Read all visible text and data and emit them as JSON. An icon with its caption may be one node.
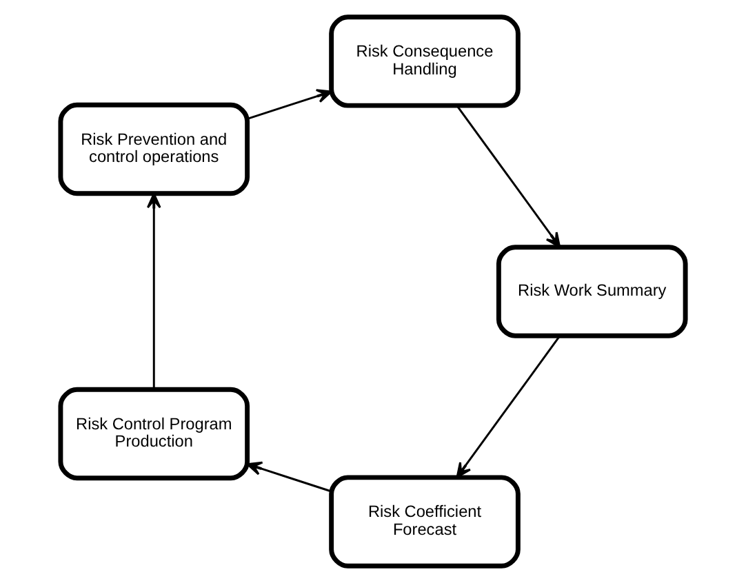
{
  "diagram": {
    "nodes": [
      {
        "text": [
          "Risk Coefficient Forecast"
        ]
      },
      {
        "text": [
          "Risk Control Program Production"
        ]
      },
      {
        "text": [
          "Risk Prevention and control operations"
        ]
      },
      {
        "text": [
          "Risk Consequence Handling"
        ]
      },
      {
        "text": [
          "Risk Work Summary"
        ]
      }
    ],
    "edges": [
      {
        "from": 0,
        "to": 1,
        "arrow": "to"
      },
      {
        "from": 1,
        "to": 2,
        "arrow": "to"
      },
      {
        "from": 2,
        "to": 3,
        "arrow": "to"
      },
      {
        "from": 3,
        "to": 4,
        "arrow": "to"
      },
      {
        "from": 4,
        "to": 0,
        "arrow": "to"
      }
    ]
  }
}
